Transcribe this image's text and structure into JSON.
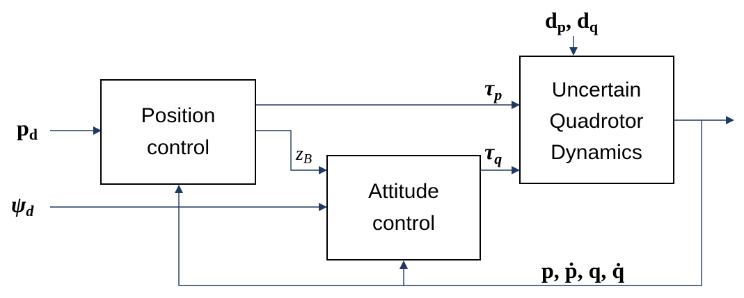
{
  "blocks": {
    "position": {
      "line1": "Position",
      "line2": "control"
    },
    "attitude": {
      "line1": "Attitude",
      "line2": "control"
    },
    "dynamics": {
      "line1": "Uncertain",
      "line2": "Quadrotor",
      "line3": "Dynamics"
    }
  },
  "signals": {
    "p_d": {
      "base": "p",
      "sub": "d"
    },
    "psi_d": {
      "base": "ψ",
      "sub": "d"
    },
    "z_B": {
      "base": "z",
      "sub": "B"
    },
    "tau_p": {
      "base": "τ",
      "sub": "p"
    },
    "tau_q": {
      "base": "τ",
      "sub": "q"
    },
    "disturbance": {
      "base1": "d",
      "sub1": "p",
      "sep": ", ",
      "base2": "d",
      "sub2": "q"
    },
    "feedback": {
      "label": "p,  ṗ,  q,  q̇"
    }
  },
  "colors": {
    "wire": "#1f3864",
    "box_stroke": "#000000"
  }
}
